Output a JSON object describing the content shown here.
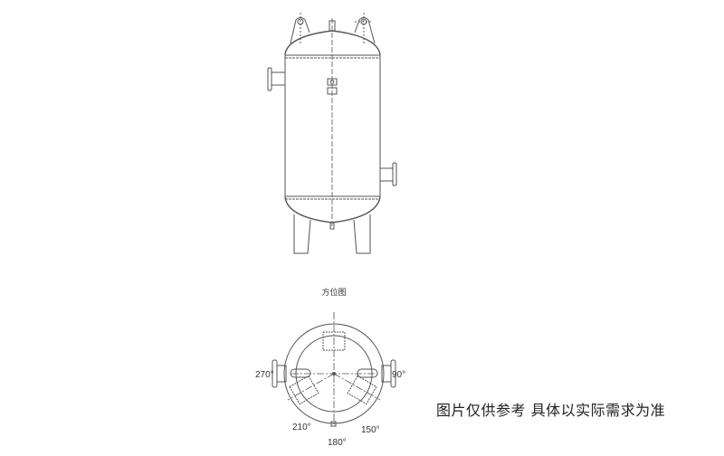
{
  "elevation_view": {
    "name": "vertical pressure tank elevation",
    "stroke_color": "#555555"
  },
  "plan_view": {
    "title": "方位图",
    "angle_labels": {
      "left": "270°",
      "right": "90°",
      "bottom_left": "210°",
      "bottom_right": "150°",
      "bottom": "180°"
    }
  },
  "note": {
    "text": "图片仅供参考 具体以实际需求为准"
  }
}
